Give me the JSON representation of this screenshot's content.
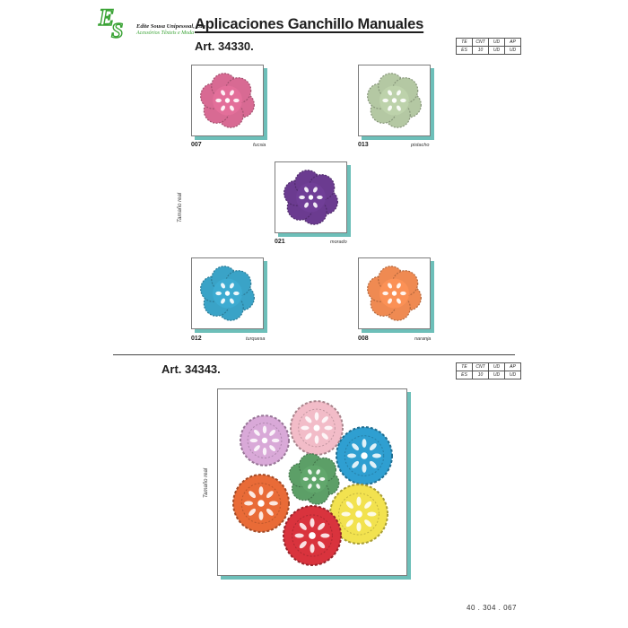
{
  "header": {
    "logo_text": "ES",
    "company_name": "Edite Sousa Unipessoal, Lda",
    "company_subtitle": "Acessórios Têxteis e Moda",
    "page_title": "Aplicaciones Ganchillo Manuales"
  },
  "spec_table": {
    "headers": [
      "TE",
      "CNT",
      "UD",
      "AP"
    ],
    "values": [
      "ES",
      "10",
      "UD",
      "UD"
    ]
  },
  "section1": {
    "article": "Art. 34330.",
    "real_size_label": "Tamaño real",
    "swatches": [
      {
        "code": "007",
        "name": "fucsia",
        "color": "#d86a93"
      },
      {
        "code": "013",
        "name": "pistacho",
        "color": "#b4c8a3"
      },
      {
        "code": "021",
        "name": "morado",
        "color": "#6b3b90"
      },
      {
        "code": "012",
        "name": "turquesa",
        "color": "#3aa3c7"
      },
      {
        "code": "008",
        "name": "naranja",
        "color": "#ef8a52"
      }
    ]
  },
  "section2": {
    "article": "Art. 34343.",
    "real_size_label": "Tamaño real",
    "colors": {
      "lilac": "#d9a9d8",
      "pink": "#f2bcc8",
      "blue": "#2f9fd1",
      "orange": "#e96b37",
      "green": "#5c9f67",
      "yellow": "#f2e24f",
      "red": "#d9333d"
    }
  },
  "footer": {
    "page_number": "40 . 304 . 067"
  }
}
